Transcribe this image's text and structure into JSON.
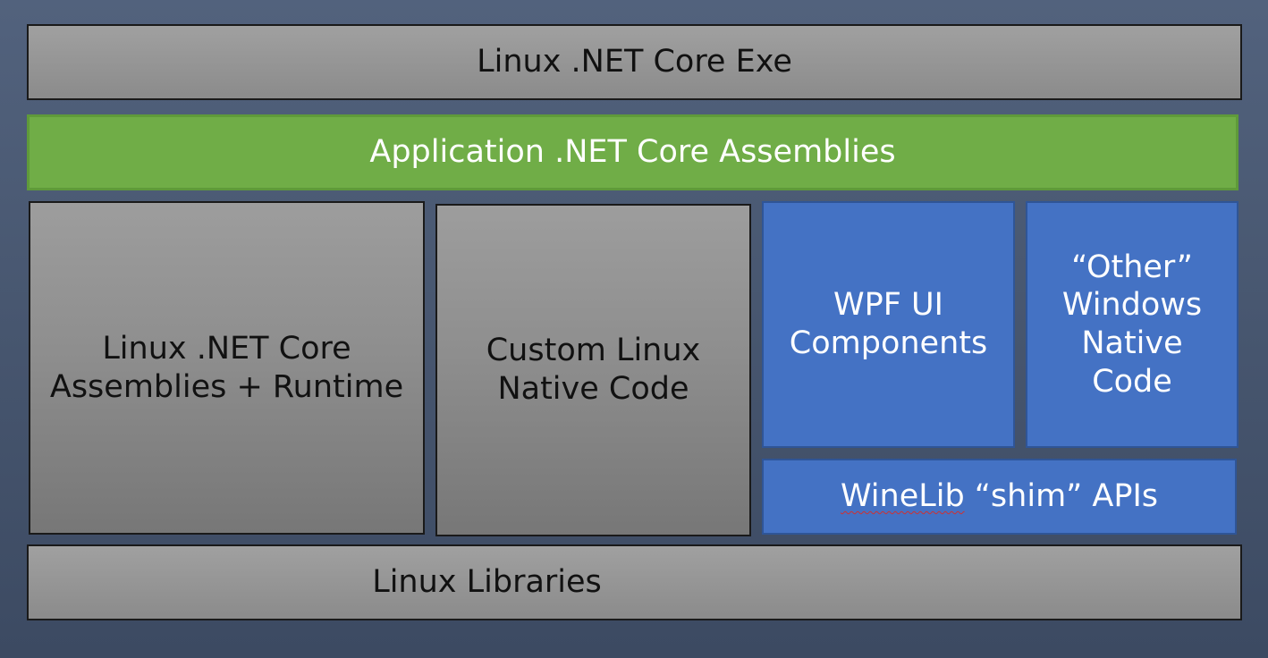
{
  "diagram": {
    "top_bar": {
      "label": "Linux .NET Core Exe"
    },
    "app_layer": {
      "label": "Application .NET Core Assemblies"
    },
    "runtime_box": {
      "label": "Linux .NET Core\nAssemblies + Runtime"
    },
    "custom_box": {
      "label": "Custom Linux\nNative Code"
    },
    "wpf_box": {
      "label": "WPF  UI\nComponents"
    },
    "other_box": {
      "label": "“Other”\nWindows\nNative\nCode"
    },
    "winelib_box": {
      "word1": "WineLib",
      "rest": " “shim” APIs"
    },
    "bottom_bar": {
      "label": "Linux Libraries"
    }
  },
  "colors": {
    "background": "#47566f",
    "gray_box": "#8e8e8e",
    "green_box": "#70ad47",
    "blue_box": "#4472c4"
  }
}
